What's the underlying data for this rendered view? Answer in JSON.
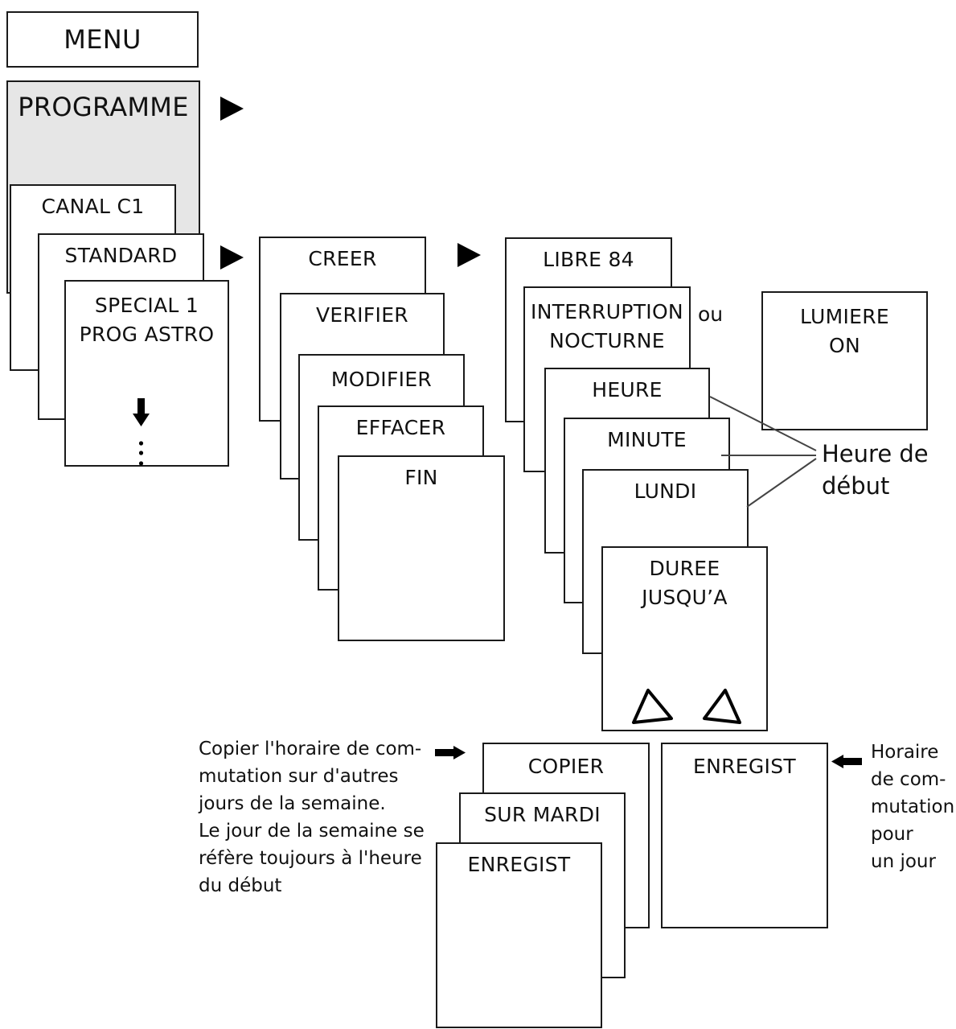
{
  "menu": "MENU",
  "programme": "PROGRAMME",
  "level1": {
    "canal": "CANAL C1",
    "standard": "STANDARD",
    "special": "SPECIAL 1\nPROG ASTRO"
  },
  "level2": {
    "creer": "CREER",
    "verifier": "VERIFIER",
    "modifier": "MODIFIER",
    "effacer": "EFFACER",
    "fin": "FIN"
  },
  "level3": {
    "libre": "LIBRE 84",
    "interruption": "INTERRUPTION\nNOCTURNE",
    "heure": "HEURE",
    "minute": "MINUTE",
    "lundi": "LUNDI",
    "duree": "DUREE\nJUSQU’A"
  },
  "ou": "ou",
  "lumiere": "LUMIERE\nON",
  "heure_debut_note": "Heure de\ndébut",
  "copy": {
    "copier": "COPIER",
    "sur_mardi": "SUR MARDI",
    "enregist": "ENREGIST"
  },
  "enregist_single": "ENREGIST",
  "left_note": "Copier l'horaire de com-\nmutation sur d'autres\njours de la semaine.\nLe jour de la semaine se\nréfère toujours à l'heure\ndu début",
  "right_note": "Horaire\nde com-\nmutation\npour\nun jour",
  "icons": [
    "play-arrow-icon",
    "down-arrow-icon",
    "vertical-dots-icon",
    "up-triangle-outline-icon",
    "right-arrow-icon",
    "left-arrow-icon"
  ]
}
